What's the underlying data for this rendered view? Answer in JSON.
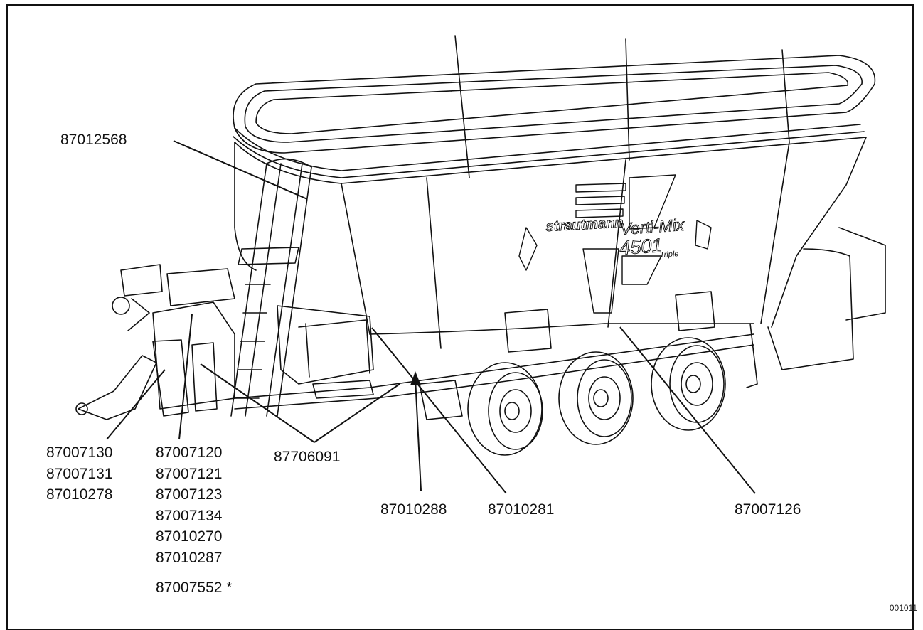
{
  "figure_code": "001011",
  "logo_text": "strautmann",
  "model": {
    "name": "Verti-Mix",
    "number": "4501",
    "variant": "Triple"
  },
  "callouts": {
    "ladder": "87012568",
    "drawbar_group": [
      "87007130",
      "87007131",
      "87010278"
    ],
    "control_group": [
      "87007120",
      "87007121",
      "87007123",
      "87007134",
      "87010270",
      "87010287"
    ],
    "control_extra": "87007552 *",
    "chassis": "87706091",
    "spring_mount": "87010288",
    "side_front": "87010281",
    "side_rear": "87007126"
  }
}
